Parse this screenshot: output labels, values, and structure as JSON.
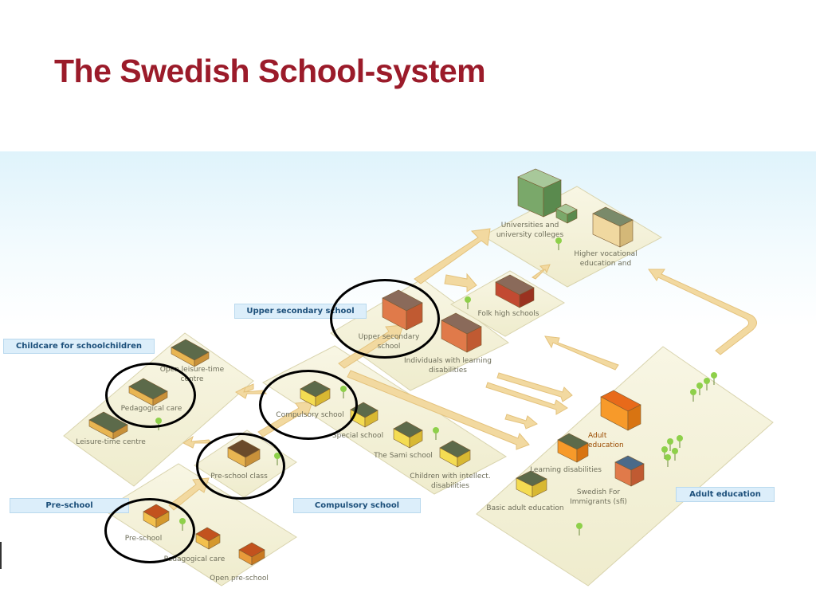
{
  "title": "The Swedish School-system",
  "colors": {
    "title": "#9b1b2a",
    "platform": "#f6f3dd",
    "arrow": "#f2d9a0",
    "label_bar": "#dceefa",
    "circle": "#000000"
  },
  "sections": {
    "childcare": "Childcare for schoolchildren",
    "preschool": "Pre-school",
    "compulsory": "Compulsory school",
    "upper_secondary": "Upper secondary school",
    "adult": "Adult education"
  },
  "labels": {
    "open_leisure_time_centre": "Open leisure-time centre",
    "pedagogical_care_childcare": "Pedagogical care",
    "leisure_time_centre": "Leisure-time centre",
    "pre_school": "Pre-school",
    "pedagogical_care_preschool": "Pedagogical care",
    "open_pre_school": "Open pre-school",
    "pre_school_class": "Pre-school class",
    "compulsory_school": "Compulsory school",
    "special_school": "Special school",
    "sami_school": "The Sami school",
    "intellect_disabilities": "Children with intellect. disabilities",
    "upper_secondary_school": "Upper secondary school",
    "learning_disabilities_upper": "Individuals with learning disabilities",
    "folk_high_schools": "Folk high schools",
    "universities": "Universities and university colleges",
    "higher_vocational": "Higher vocational education and",
    "adult_education": "Adult education",
    "learning_disabilities_adult": "Learning disabilities",
    "sfi": "Swedish For Immigrants (sfi)",
    "basic_adult_education": "Basic adult education"
  },
  "highlighted": [
    "Pre-school",
    "Pre-school class",
    "Compulsory school",
    "Pedagogical care",
    "Upper secondary school"
  ]
}
